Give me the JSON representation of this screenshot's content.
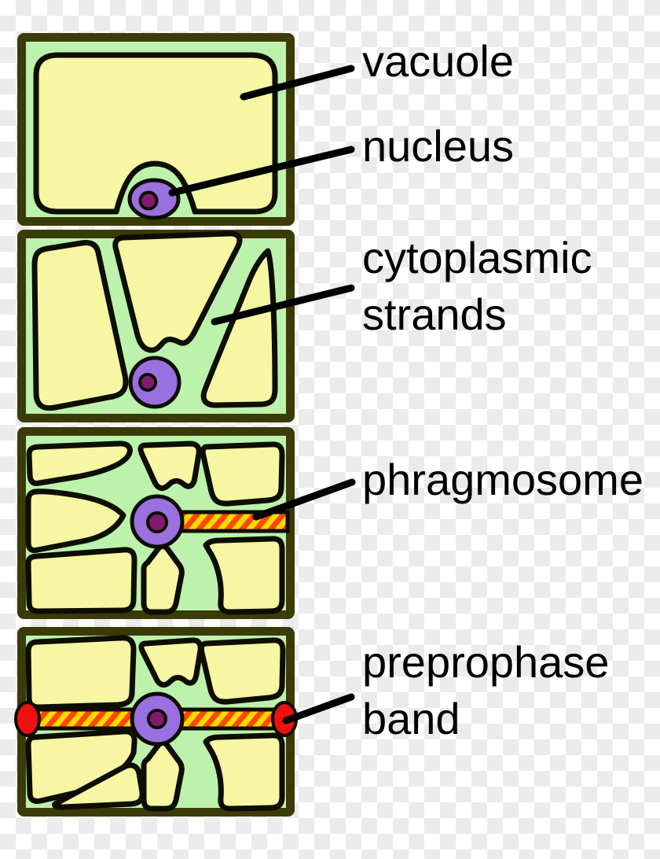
{
  "labels": [
    {
      "id": "vacuole",
      "text": "vacuole"
    },
    {
      "id": "nucleus",
      "text": "nucleus"
    },
    {
      "id": "cytoplasmic-strands",
      "text": "cytoplasmic strands"
    },
    {
      "id": "phragmosome",
      "text": "phragmosome"
    },
    {
      "id": "preprophase-band",
      "text": "preprophase band"
    }
  ],
  "colors": {
    "cell_wall": "#3b3b07",
    "cytoplasm": "#bdf2ac",
    "vacuole": "#f6f6a3",
    "outline": "#0d0d00",
    "nucleus": "#9a6fe0",
    "nucleolus": "#841a6e",
    "band_yellow": "#ffd900",
    "band_orange": "#ff4800",
    "preprophase_band_ends": "#ee1111",
    "label_text": "#000000",
    "checker": "#ebebeb"
  }
}
